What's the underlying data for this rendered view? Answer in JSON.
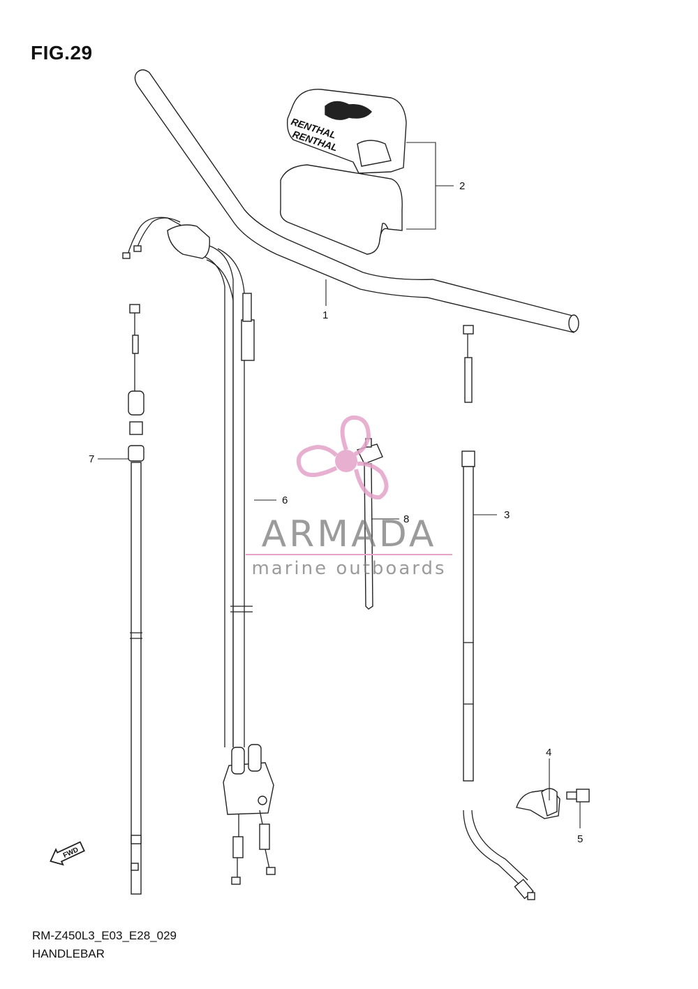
{
  "figure": {
    "title": "FIG.29",
    "code": "RM-Z450L3_E03_E28_029",
    "name": "HANDLEBAR"
  },
  "callouts": [
    "1",
    "2",
    "3",
    "4",
    "5",
    "6",
    "7",
    "8"
  ],
  "pad_logo_text": "RENTHAL",
  "fwd_arrow_text": "FWD",
  "watermark": {
    "brand": "ARMADA",
    "tagline": "marine outboards",
    "color": "#e4a3c8"
  }
}
